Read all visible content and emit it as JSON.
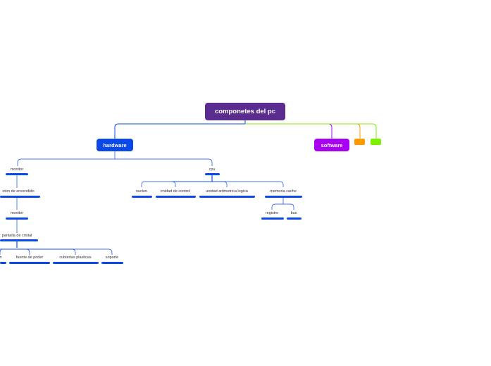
{
  "root": {
    "label": "componetes del pc"
  },
  "hardware": {
    "label": "hardware",
    "children": {
      "monitor_1": "monitor",
      "boton_encendido": "oton de encendido",
      "monitor_2": "monitor",
      "pantalla": "pantalla de cristal",
      "truncated_leaf": "n",
      "fuente": "fuente  de poder",
      "cubiertas": "cubiertas  plasticas",
      "soporte": "soporte",
      "cpu": "cpu",
      "nucleo": "nucleo",
      "unidad_control": "imidad de control",
      "unidad_aritmetica": "unidad aritmetrica logica",
      "memoria_cache": "memoria cache",
      "registro": "registro",
      "bus": "bus"
    }
  },
  "software": {
    "label": "software"
  },
  "colors": {
    "root": "#5b2c8f",
    "hardware": "#0a49e8",
    "software": "#a800f0",
    "orange": "#ff9a00",
    "green": "#7ef000"
  }
}
